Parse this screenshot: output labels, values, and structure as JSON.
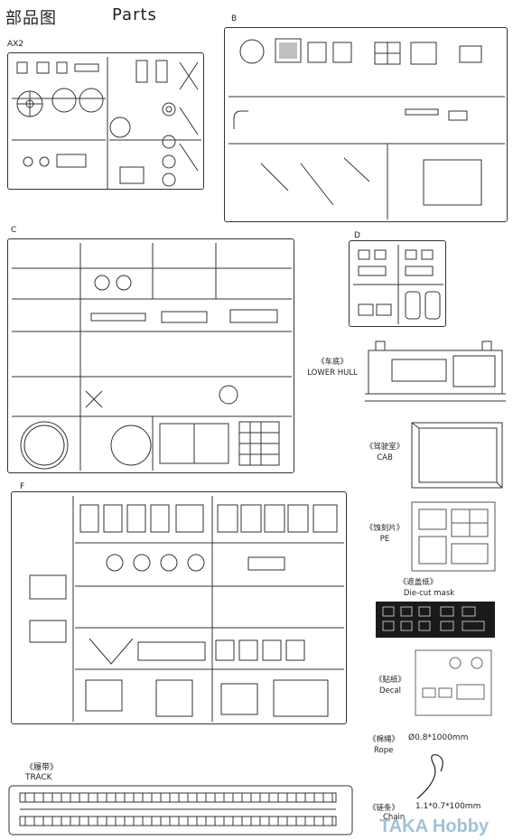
{
  "header": {
    "title_cn": "部品图",
    "title_en": "Parts"
  },
  "sprues": {
    "ax2": "AX2",
    "b": "B",
    "c": "C",
    "d": "D",
    "f": "F"
  },
  "labels": {
    "lower_hull_cn": "《车底》",
    "lower_hull_en": "LOWER HULL",
    "cab_cn": "《驾驶室》",
    "cab_en": "CAB",
    "pe_cn": "《蚀刻片》",
    "pe_en": "PE",
    "mask_cn": "《遮盖纸》",
    "mask_en": "Die-cut mask",
    "decal_cn": "《贴纸》",
    "decal_en": "Decal",
    "rope_cn": "《棉绳》",
    "rope_spec": "Ø0.8*1000mm",
    "rope_en": "Rope",
    "chain_cn": "《链条》",
    "chain_spec": "1.1*0.7*100mm",
    "chain_en": "Chain",
    "track_cn": "《履带》",
    "track_en": "TRACK"
  },
  "watermark": "TAKA Hobby"
}
